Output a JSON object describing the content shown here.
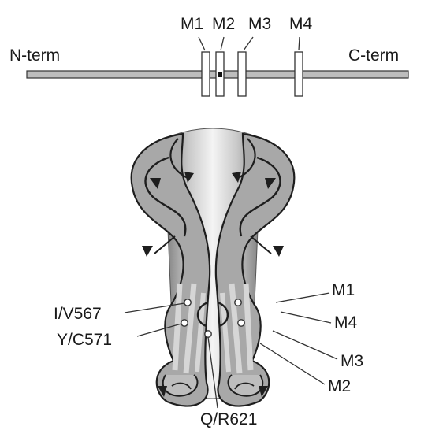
{
  "topology": {
    "n_term": "N-term",
    "c_term": "C-term",
    "segments": [
      "M1",
      "M2",
      "M3",
      "M4"
    ]
  },
  "channel": {
    "left_sites": [
      "I/V567",
      "Y/C571"
    ],
    "bottom_site": "Q/R621",
    "right_segments": [
      "M1",
      "M4",
      "M3",
      "M2"
    ]
  },
  "colors": {
    "subunit_fill": "#a8a8a8",
    "outline": "#1e1e1e",
    "pore_light": "#f4f4f4",
    "pore_dark": "#7a7a7a"
  }
}
